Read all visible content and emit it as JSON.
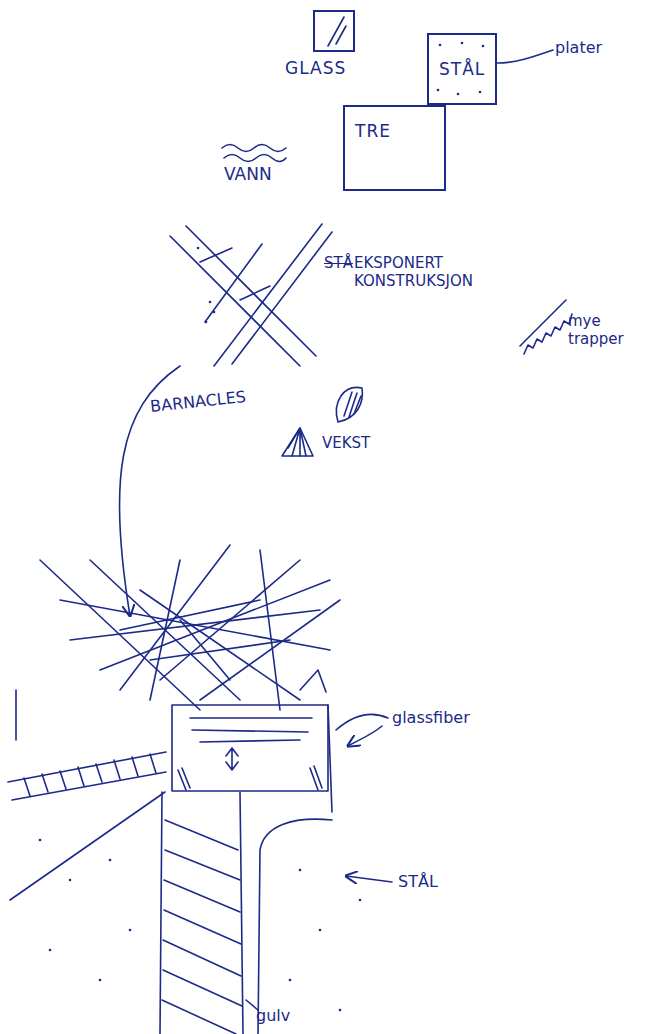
{
  "diagram": {
    "nodes": [
      {
        "text": [
          "GLASS"
        ]
      },
      {
        "text": [
          "STÅL"
        ]
      },
      {
        "text": [
          "TRE"
        ]
      }
    ],
    "labels": [
      "plater",
      "VANN",
      "STÅ",
      "EKSPONERT KONSTRUKSJON",
      "mye trapper",
      "BARNACLES",
      "VEKST",
      "glassfiber",
      "STÅL",
      "gulv"
    ]
  }
}
